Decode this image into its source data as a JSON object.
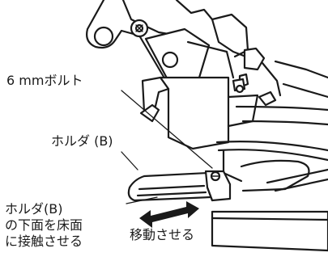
{
  "labels": {
    "bolt": "6 mmボルト",
    "holder": "ホルダ (B)",
    "note_line1": "ホルダ(B)",
    "note_line2": "の下面を床面",
    "note_line3": "に接触させる",
    "move": "移動させる"
  },
  "colors": {
    "line": "#1a1a1a",
    "background": "#ffffff",
    "fill": "#ffffff"
  },
  "icons": {
    "arrow": "double-headed-arrow"
  }
}
